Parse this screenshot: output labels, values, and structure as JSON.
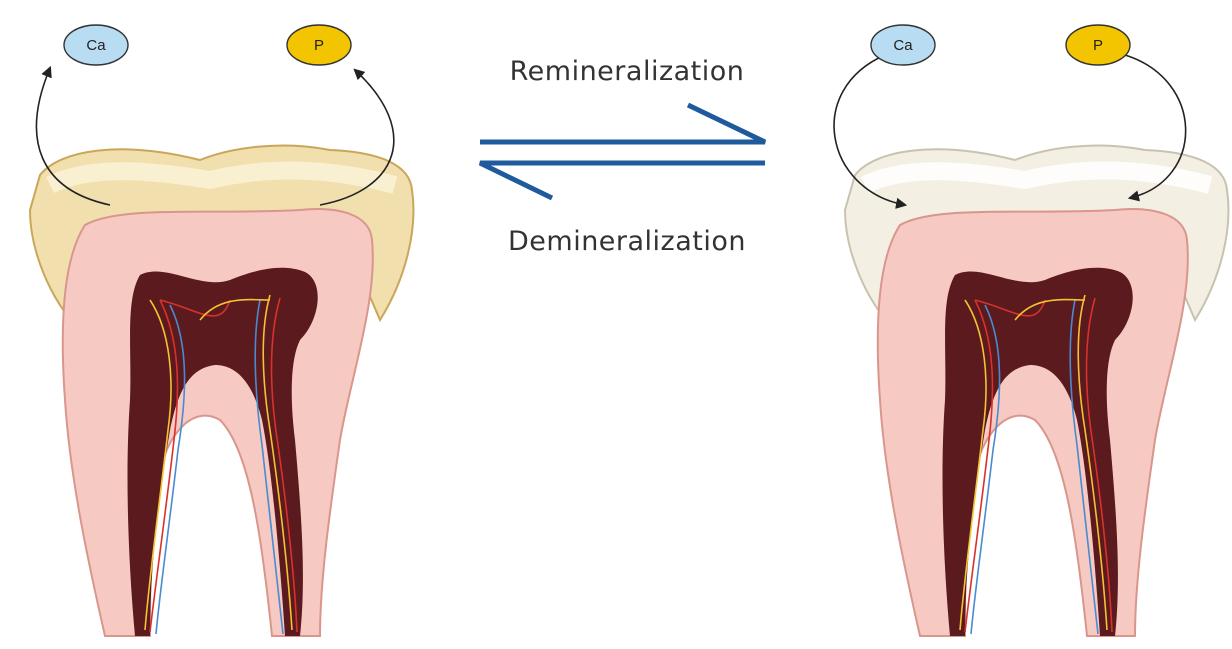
{
  "ions": {
    "calcium": {
      "label": "Ca",
      "color": "#b8dcf2"
    },
    "phosphate": {
      "label": "P",
      "color": "#f2c500"
    }
  },
  "processes": {
    "remineralization": "Remineralization",
    "demineralization": "Demineralization"
  },
  "colors": {
    "arrow_equilibrium": "#1f5a9c",
    "enamel_demineralized": "#f1dfae",
    "enamel_remineralized": "#f3efe3",
    "dentin": "#f6c9c2",
    "pulp": "#5a1a1e"
  },
  "teeth": [
    {
      "state": "demineralized",
      "ion_flow": "out-of-enamel"
    },
    {
      "state": "remineralized",
      "ion_flow": "into-enamel"
    }
  ]
}
